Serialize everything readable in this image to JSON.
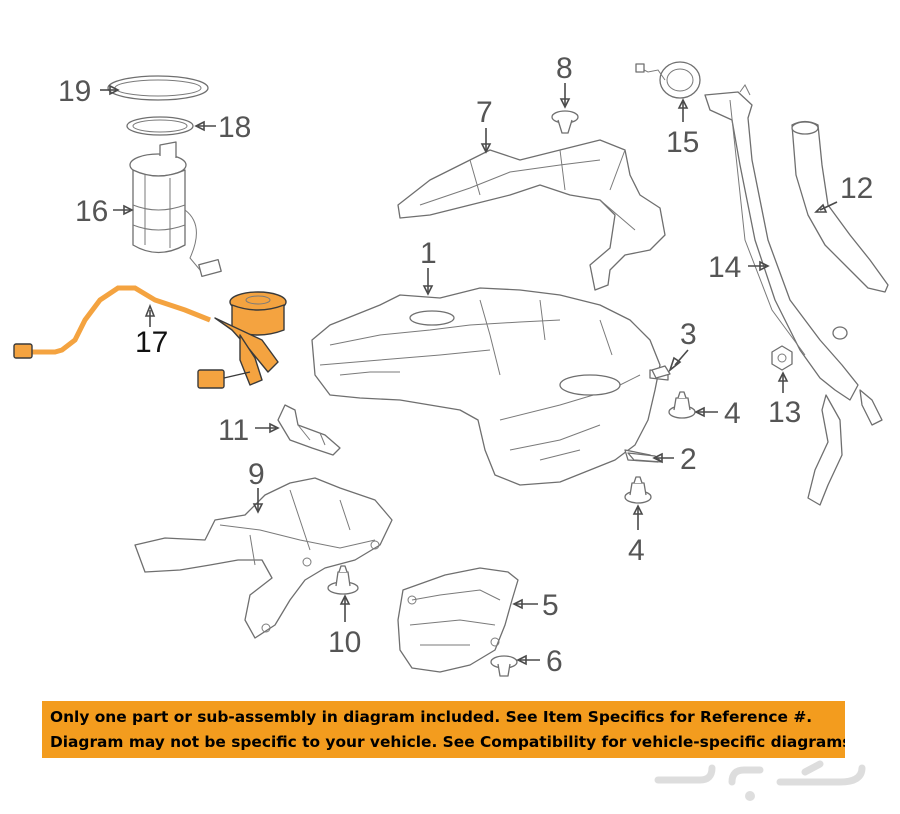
{
  "callouts": {
    "c1": "1",
    "c2": "2",
    "c3": "3",
    "c4a": "4",
    "c4b": "4",
    "c5": "5",
    "c6": "6",
    "c7": "7",
    "c8": "8",
    "c9": "9",
    "c10": "10",
    "c11": "11",
    "c12": "12",
    "c13": "13",
    "c14": "14",
    "c15": "15",
    "c16": "16",
    "c17": "17",
    "c18": "18",
    "c19": "19"
  },
  "notice": {
    "line1": "Only one part or sub-assembly in diagram included. See Item Specifics for Reference #.",
    "line2": "Diagram may not be specific to your vehicle. See Compatibility for vehicle-specific diagrams."
  },
  "colors": {
    "highlight": "#f4a340",
    "notice_background": "#f39c1e",
    "line_art": "#6f6f6f"
  },
  "watermark": {
    "icon": "haraj-logo-watermark"
  }
}
